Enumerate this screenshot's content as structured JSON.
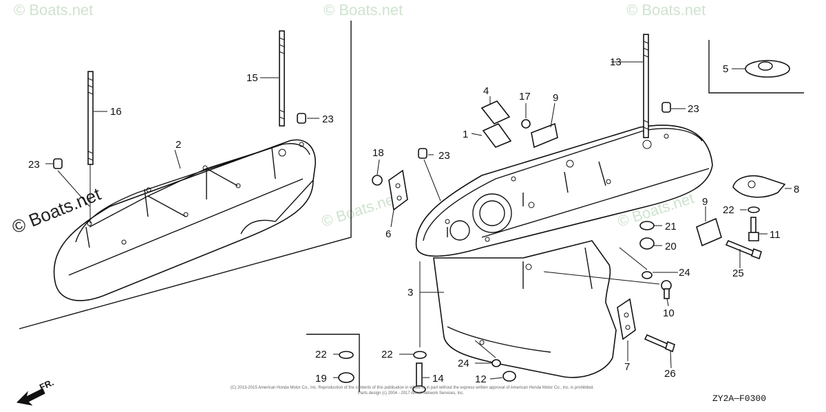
{
  "watermark": "© Boats.net",
  "diagram_code": "ZY2A—F0300",
  "direction_label": "FR.",
  "copyright_line1": "(C) 2013-2015 American Honda Motor Co., Inc. Reproduction of the contents of this publication in whole or in part without the express written approval of American Honda Motor Co., Inc. is prohibited.",
  "copyright_line2": "Parts design (c) 2004 - 2017 Arinet Network Services, Inc.",
  "callouts": {
    "c1": "1",
    "c2": "2",
    "c3": "3",
    "c4": "4",
    "c5": "5",
    "c6": "6",
    "c7": "7",
    "c8": "8",
    "c9a": "9",
    "c9b": "9",
    "c10": "10",
    "c11": "11",
    "c12": "12",
    "c13": "13",
    "c14": "14",
    "c15": "15",
    "c16": "16",
    "c17": "17",
    "c18": "18",
    "c19": "19",
    "c20": "20",
    "c21": "21",
    "c22a": "22",
    "c22b": "22",
    "c22c": "22",
    "c23a": "23",
    "c23b": "23",
    "c23c": "23",
    "c23d": "23",
    "c24a": "24",
    "c24b": "24",
    "c25": "25",
    "c26": "26"
  }
}
